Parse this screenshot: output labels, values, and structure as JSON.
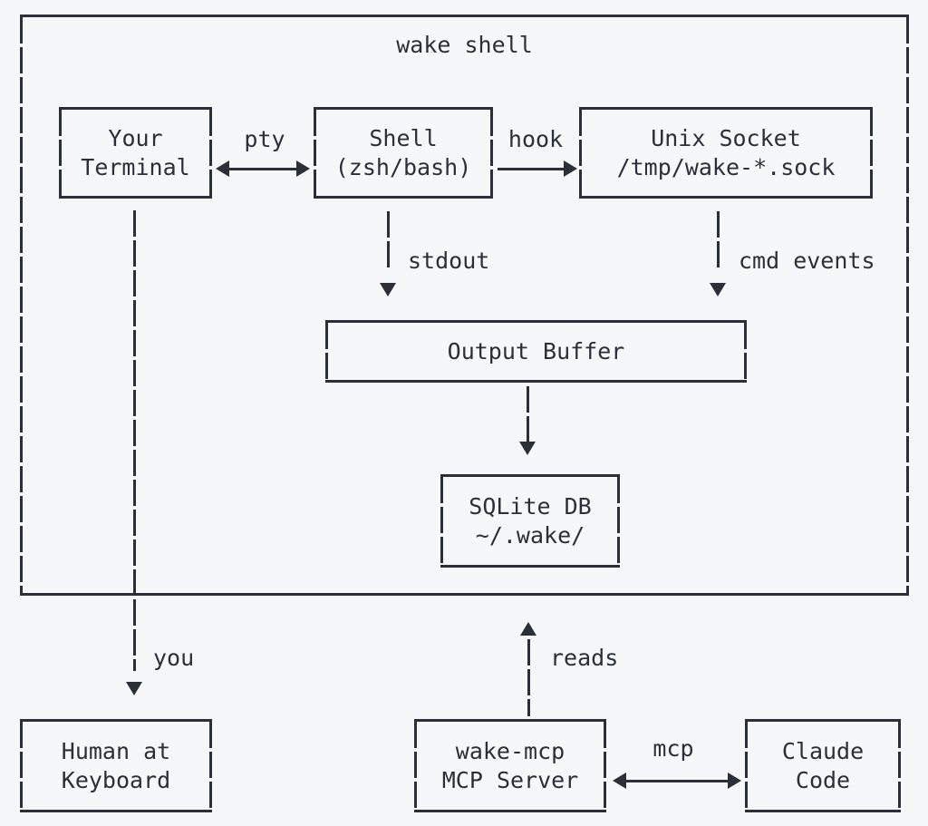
{
  "diagram": {
    "title": "wake shell",
    "nodes": {
      "terminal": {
        "line1": "Your",
        "line2": "Terminal"
      },
      "shell": {
        "line1": "Shell",
        "line2": "(zsh/bash)"
      },
      "socket": {
        "line1": "Unix Socket",
        "line2": "/tmp/wake-*.sock"
      },
      "buffer": {
        "line1": "Output Buffer"
      },
      "sqlite": {
        "line1": "SQLite DB",
        "line2": "~/.wake/"
      },
      "human": {
        "line1": "Human at",
        "line2": "Keyboard"
      },
      "mcp_server": {
        "line1": "wake-mcp",
        "line2": "MCP Server"
      },
      "claude": {
        "line1": "Claude",
        "line2": "Code"
      }
    },
    "labels": {
      "pty": "pty",
      "hook": "hook",
      "stdout": "stdout",
      "cmd_events": "cmd events",
      "you": "you",
      "reads": "reads",
      "mcp": "mcp"
    },
    "colors": {
      "ink": "#2a2f38",
      "background": "#f6f7f9"
    }
  }
}
